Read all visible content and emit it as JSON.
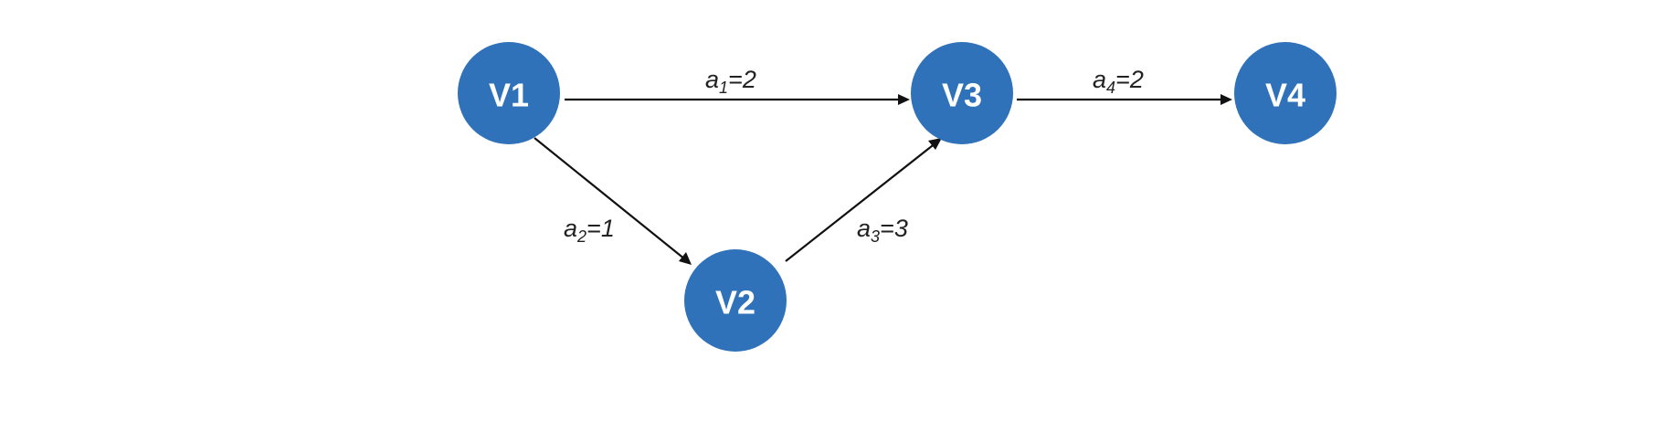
{
  "diagram": {
    "colors": {
      "node_fill": "#2f72b9",
      "node_text": "#ffffff",
      "edge": "#111111"
    },
    "nodes": [
      {
        "id": "V1",
        "label": "V1"
      },
      {
        "id": "V2",
        "label": "V2"
      },
      {
        "id": "V3",
        "label": "V3"
      },
      {
        "id": "V4",
        "label": "V4"
      }
    ],
    "edges": [
      {
        "from": "V1",
        "to": "V3",
        "var": "a",
        "sub": "1",
        "value": "=2"
      },
      {
        "from": "V1",
        "to": "V2",
        "var": "a",
        "sub": "2",
        "value": "=1"
      },
      {
        "from": "V2",
        "to": "V3",
        "var": "a",
        "sub": "3",
        "value": "=3"
      },
      {
        "from": "V3",
        "to": "V4",
        "var": "a",
        "sub": "4",
        "value": "=2"
      }
    ]
  }
}
